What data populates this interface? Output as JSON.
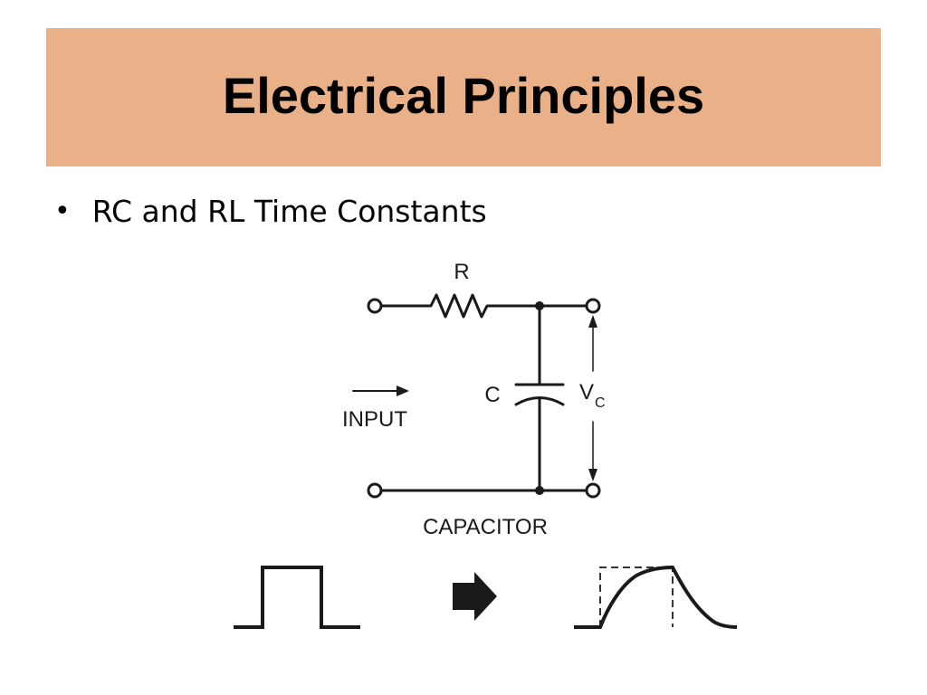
{
  "slide": {
    "title": "Electrical Principles",
    "bullet": "RC and RL Time Constants"
  },
  "diagram": {
    "resistor_label": "R",
    "capacitor_label": "C",
    "voltage_label_main": "V",
    "voltage_label_sub": "C",
    "input_label": "INPUT",
    "caption": "CAPACITOR"
  },
  "colors": {
    "title_bar": "#eab087",
    "line": "#1a1a1a",
    "background": "#ffffff"
  },
  "icons": {
    "bullet": "bullet-dot",
    "input_arrow": "arrow-right-icon",
    "transform_arrow": "block-arrow-right-icon"
  }
}
